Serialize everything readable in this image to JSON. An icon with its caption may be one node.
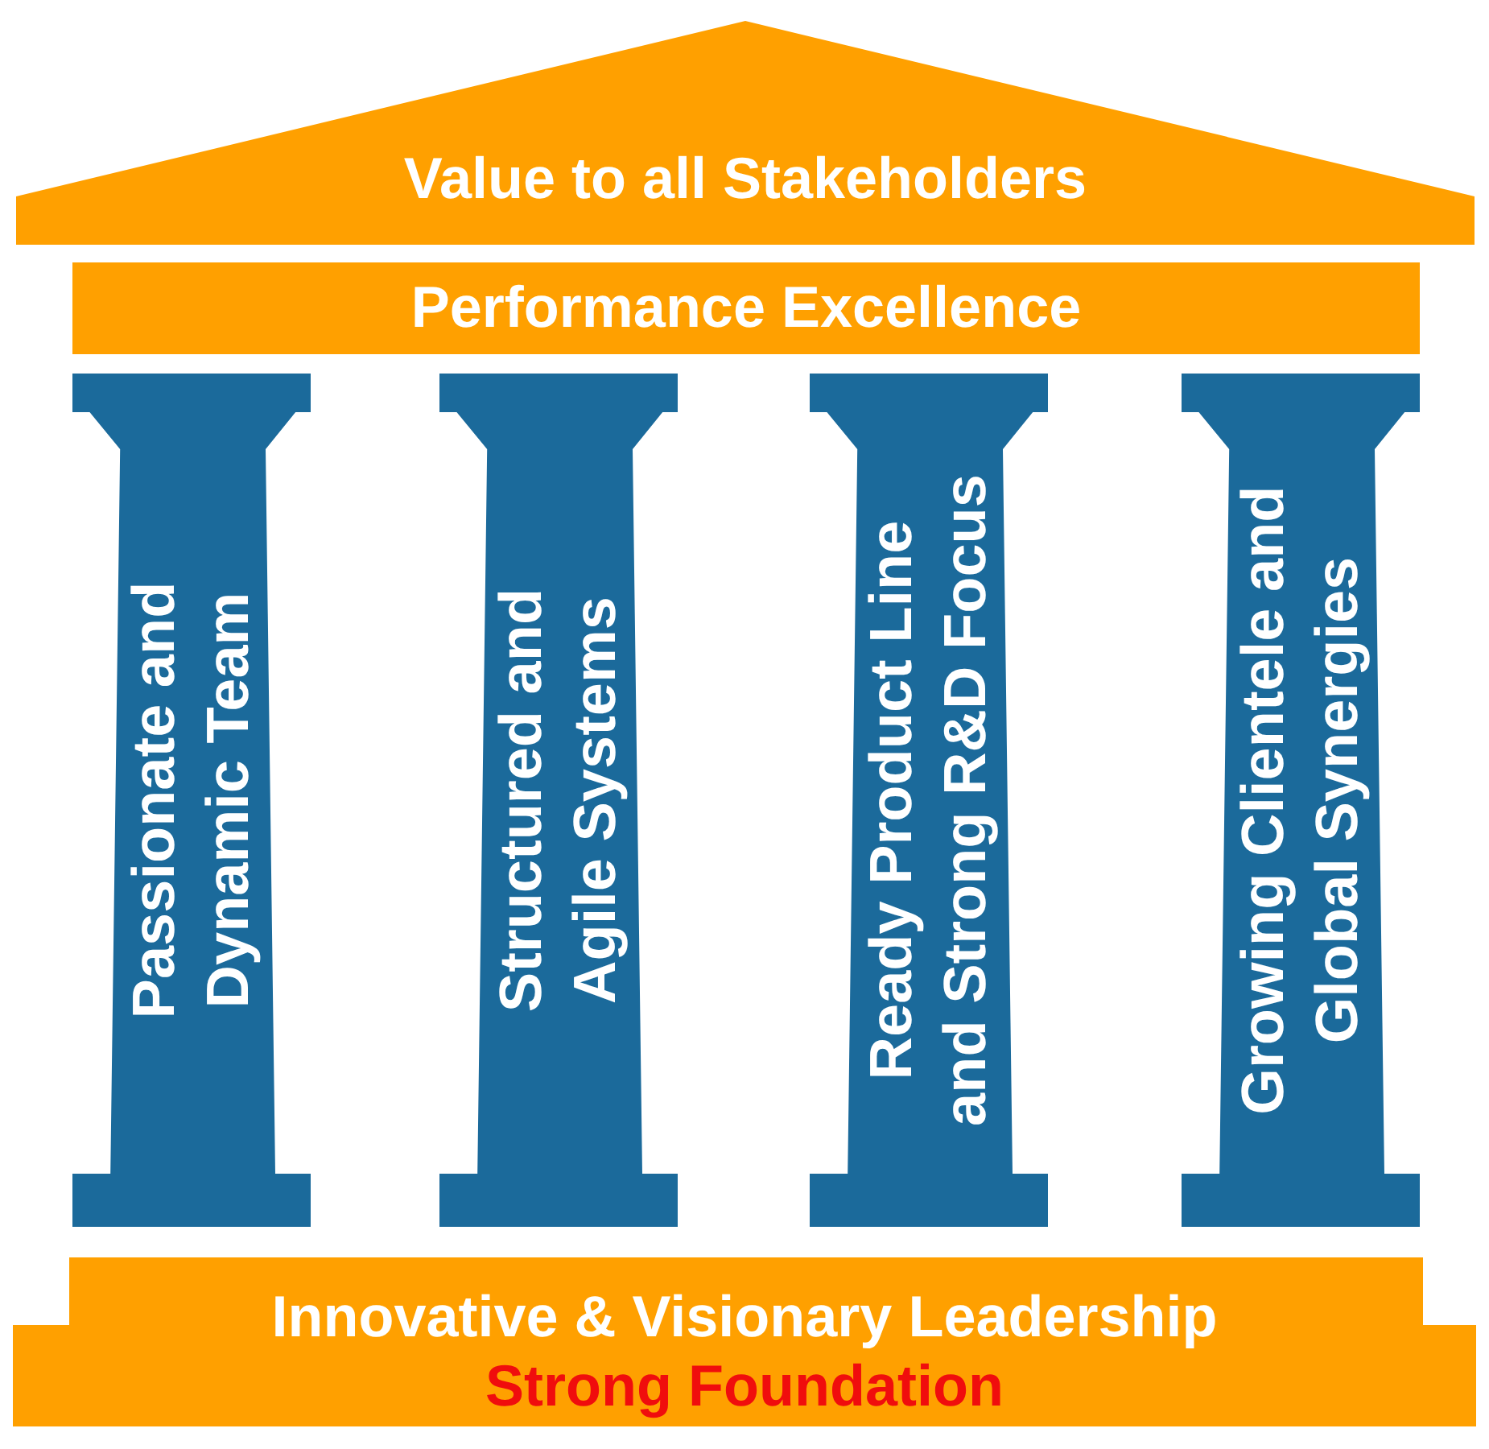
{
  "diagram": {
    "nodes": [
      {
        "text": [
          "Value to all Stakeholders"
        ]
      },
      {
        "text": [
          "Performance Excellence"
        ]
      },
      {
        "text": [
          "Passionate and Dynamic Team"
        ]
      },
      {
        "text": [
          "Structured and Agile Systems"
        ]
      },
      {
        "text": [
          "Ready Product Line and Strong R&D Focus"
        ]
      },
      {
        "text": [
          "Growing Clientele and Global Synergies"
        ]
      },
      {
        "text": [
          "Innovative & Visionary Leadership",
          "Strong Foundation"
        ]
      }
    ]
  }
}
